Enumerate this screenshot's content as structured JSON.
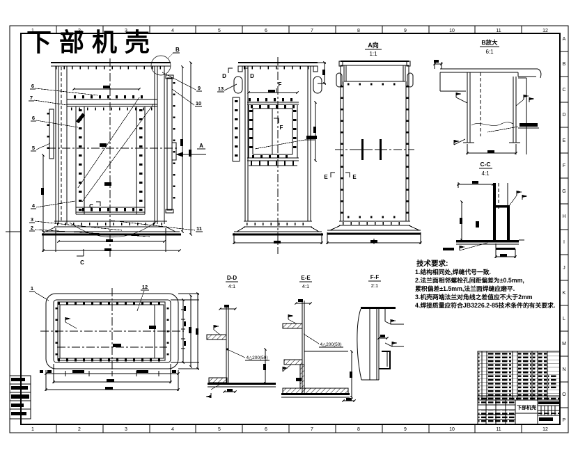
{
  "colors": {
    "paper": "#ffffff",
    "line": "#000000",
    "title_red": "#ff0000"
  },
  "title_red": "下部机壳",
  "frame": {
    "top_zones": [
      "1",
      "2",
      "3",
      "4",
      "5",
      "6",
      "7",
      "8",
      "9",
      "10",
      "11",
      "12"
    ],
    "bottom_zones": [
      "1",
      "2",
      "3",
      "4",
      "5",
      "6",
      "7",
      "8",
      "9",
      "10",
      "11",
      "12"
    ],
    "side_zones": [
      "A",
      "B",
      "C",
      "D",
      "E",
      "F",
      "G",
      "H",
      "I",
      "J",
      "K",
      "L",
      "M",
      "N",
      "O",
      "P"
    ]
  },
  "views": {
    "front": {
      "callouts_left": [
        "6",
        "7",
        "6",
        "5",
        "4",
        "3",
        "2"
      ],
      "callouts_right": [
        "9",
        "10",
        "11"
      ],
      "detail_label": "B",
      "dir_label": "A",
      "section_c_mid": "C",
      "section_c_bottom": "C"
    },
    "side": {
      "d_left": "D",
      "d_right": "D",
      "f_top": "F",
      "f_mid": "F",
      "callout": "13"
    },
    "a_view": {
      "label": "A向",
      "scale": "1:1",
      "e_left": "E",
      "e_right": "E"
    },
    "b_detail": {
      "label": "B放大",
      "scale": "6:1"
    },
    "cc": {
      "label": "C-C",
      "scale": "4:1"
    },
    "dd": {
      "label": "D-D",
      "scale": "4:1",
      "weld_note": "4△200(50)"
    },
    "ee": {
      "label": "E-E",
      "scale": "4:1",
      "weld_note": "4△200(50)"
    },
    "ff": {
      "label": "F-F",
      "scale": "2:1"
    },
    "plan": {
      "callout_top_left": "1",
      "callout_top_right": "12"
    }
  },
  "tech": {
    "heading": "技术要求:",
    "lines": [
      "1.结构相同处,焊缝代号一致.",
      "2.法兰面相邻螺栓孔间距偏差为±0.5mm,",
      "累积偏差±1.5mm,法兰面焊缝应磨平.",
      "3.机壳两端法兰对角线之差值应不大于2mm",
      "4.焊接质量应符合JB3226.2-85技术条件的有关要求."
    ]
  },
  "title_block": {
    "part_name": "下部机壳"
  }
}
